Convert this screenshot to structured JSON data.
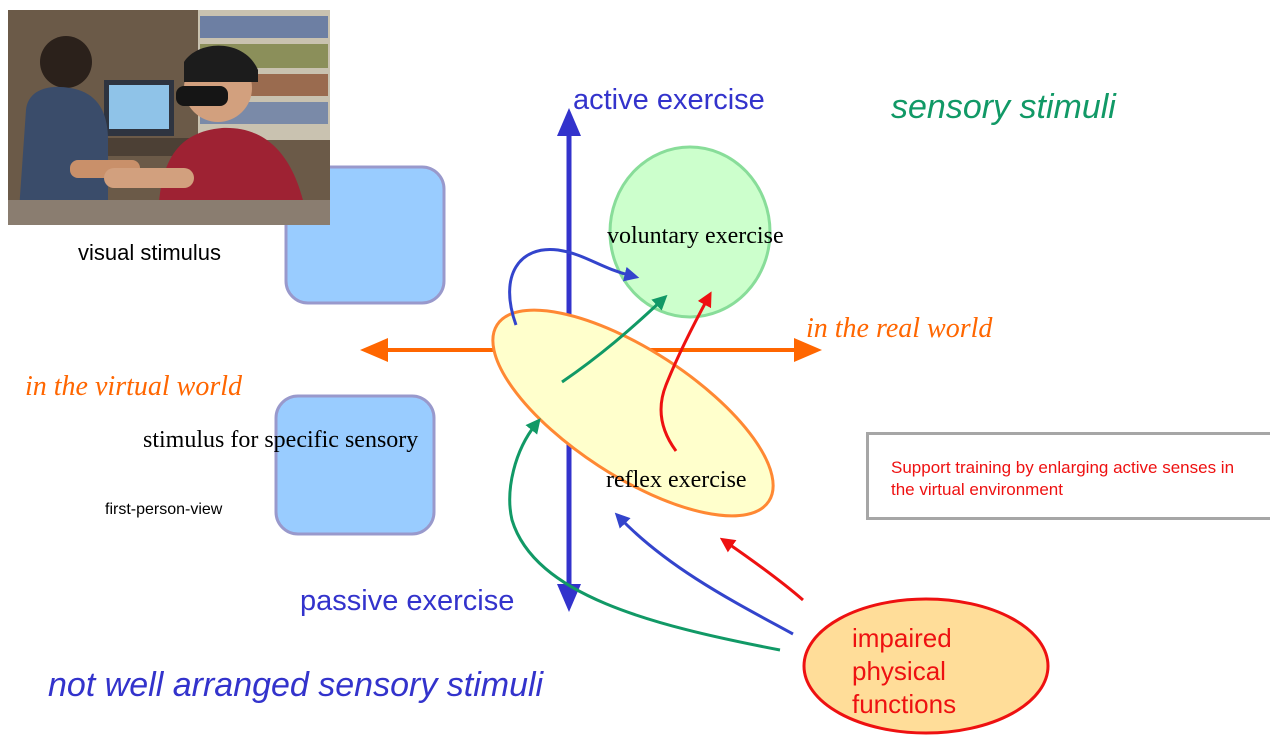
{
  "labels": {
    "active_exercise": "active exercise",
    "passive_exercise": "passive exercise",
    "sensory_stimuli": "sensory stimuli",
    "not_well_arranged": "not well arranged sensory stimuli",
    "voluntary_exercise": "voluntary exercise",
    "reflex_exercise": "reflex exercise",
    "in_the_real_world": "in the real world",
    "in_the_virtual_world": "in the virtual world",
    "visual_stimulus": "visual stimulus",
    "stimulus_specific": "stimulus for specific sensory",
    "first_person_view": "first-person-view",
    "impaired": "impaired physical functions",
    "support_training": "Support training by enlarging active senses in the virtual environment"
  },
  "colors": {
    "vertical_axis": "#3333cc",
    "horizontal_axis": "#ff6600",
    "sensory_stimuli_text": "#119966",
    "voluntary_fill": "#ccffcc",
    "voluntary_stroke": "#88dd99",
    "reflex_fill": "#ffffcc",
    "reflex_stroke": "#ff8833",
    "blue_box_fill": "#99ccff",
    "blue_box_stroke": "#9999cc",
    "impaired_fill": "#ffdd99",
    "impaired_stroke": "#ee1111",
    "arrow_blue": "#3344cc",
    "arrow_green": "#119966",
    "arrow_red": "#ee1111",
    "support_text": "#ee1111",
    "support_border": "#a6a6a6"
  },
  "photo": {
    "description_icon": "photo-two-people-vr-headset"
  }
}
